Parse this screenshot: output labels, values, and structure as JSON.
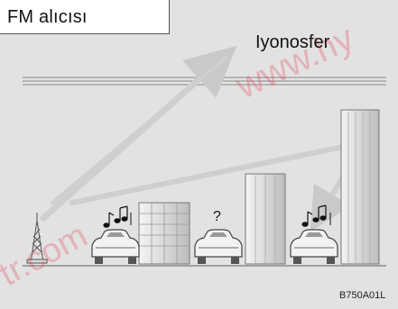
{
  "title": "FM alıcısı",
  "ionosphere_label": "Iyonosfer",
  "figure_code": "B750A01L",
  "watermark_left": "tr.com",
  "watermark_right": "www.hy",
  "unknown_marker": "?",
  "colors": {
    "panel_bg": "#e2e2e2",
    "arrow": "#c9c9c9",
    "building": "#c9c9c9",
    "watermark": "#e23a4e"
  },
  "icons": [
    "radio-tower-icon",
    "car-icon",
    "music-notes-icon",
    "question-mark-icon",
    "building-icon"
  ]
}
